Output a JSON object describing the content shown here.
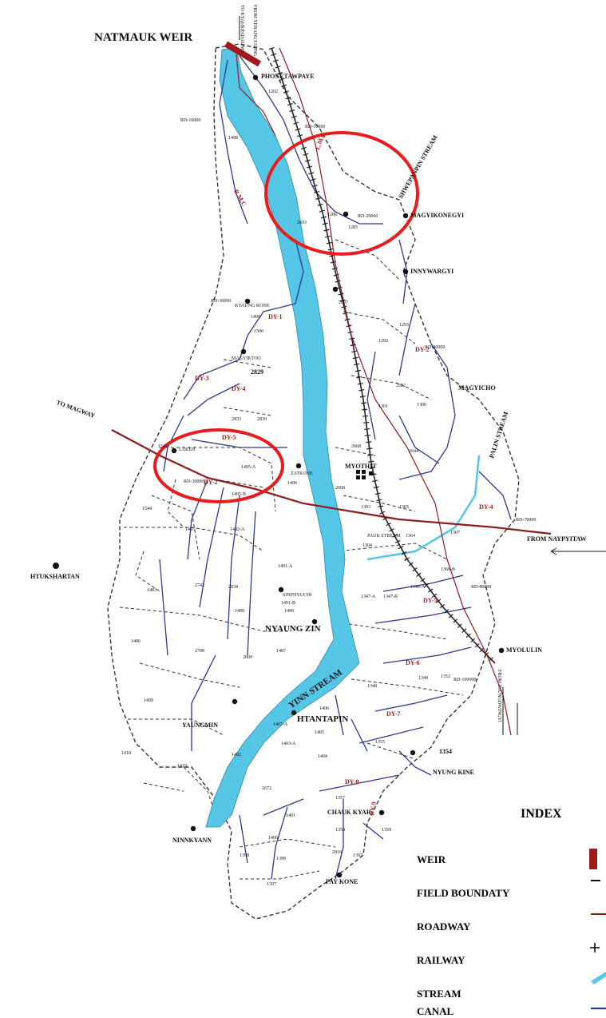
{
  "map": {
    "title": "NATMAUK WEIR",
    "places": {
      "phonetawpaye": "PHONETAWPAYE",
      "magyikonegyi": "MAGYIKONEGYI",
      "innywargyi": "INNYWARGYI",
      "kyaung_kone": "KYAUNG KONE",
      "magyiktoo": "MAGYIKTOO",
      "magyicho": "MAGYICHO",
      "myothit": "MYOTHIT",
      "zatkone": "ZATKONE",
      "lakeh": "LAKEH",
      "htukshartan": "HTUKSHARTAN",
      "sinphyuchi": "SINPHYUCHI",
      "nyaung_zin": "NYAUNG ZIN",
      "myolulin": "MYOLULIN",
      "yaungmin": "YAUNGMIN",
      "htantapin": "HTANTAPIN",
      "nyung_kine": "NYUNG KINE",
      "ninnkyann": "NINNKYANN",
      "chauk_kyar": "CHAUK KYAR",
      "pay_kone": "PAY KONE"
    },
    "streams": {
      "yinn": "YINN STREAM",
      "shwepanpin": "SHWEPANPIN STREAM",
      "palin": "PALIN STREAM",
      "pauk": "PAUK STREAM"
    },
    "directions": {
      "to_magway": "TO MAGWAY",
      "from_naypyitaw": "FROM NAYPYITAW",
      "to_kyaukpadaung": "TO KYAUKPADAUNG",
      "from_yenangyaung": "FROM YENANGYAUNG",
      "from_taungdwingyi": "FROM TAUNGDWINGYI"
    },
    "canal_labels": {
      "lmc": "L.M.C",
      "rmc": "R.M.C",
      "dy1": "DY-1",
      "dy2": "DY-2",
      "dy3": "DY-3",
      "dy4": "DY-4",
      "dy5": "DY-5",
      "dy6": "DY-6",
      "dy7": "DY-7",
      "dy8": "DY-8",
      "dy9": "DY-9"
    },
    "rd_labels": {
      "rd10000a": "RD-10000",
      "rd10000b": "RD-10000",
      "rd20000": "RD-20000",
      "rd30000": "RD-30000",
      "rd40000": "RD-40000",
      "rd70000": "RD-70000",
      "rd80000": "RD-80000",
      "rd100000": "RD-100000",
      "rd30000b": "RD-30000"
    },
    "field_numbers": {
      "n1202": "1202",
      "n1498": "1498",
      "n1286": "1286",
      "n1285": "1285",
      "n2693": "2693",
      "n2697": "2697",
      "n1499": "1499",
      "n1500": "1500",
      "n2829": "2829",
      "n1292": "1292",
      "n1293": "1293",
      "n2922": "2922",
      "n1300": "1300",
      "n1301": "1301",
      "n2833": "2833",
      "n2830": "2830",
      "n1495a": "1495-A",
      "n1495b": "1495-B",
      "n1496": "1496",
      "n2668": "2668",
      "n2644": "2644",
      "n1303": "1303",
      "n1305": "1305",
      "n1304": "1304",
      "n1493": "1493",
      "n1492a": "1492-A",
      "n1491a": "1491-A",
      "n1491b": "1491-B",
      "n2742": "2742",
      "n2834": "2834",
      "n1483": "1483",
      "n1489": "1489",
      "n1490": "1490",
      "n1486": "1486",
      "n2708": "2708",
      "n2809": "2809",
      "n1487": "1487",
      "n1347a": "1347-A",
      "n1347b": "1347-B",
      "n1346a": "1346-A",
      "n1349": "1349",
      "n1352": "1352",
      "n1348": "1348",
      "n1409": "1409",
      "n1406": "1406",
      "n1407a": "1407-A",
      "n1405": "1405",
      "n1403a": "1403-A",
      "n1404": "1404",
      "n1355": "1355",
      "n1354": "1354",
      "n1418": "1418",
      "n1419": "1419",
      "n1402": "1402",
      "n2672": "2672",
      "n1357": "1357",
      "n1401": "1401",
      "n1358": "1358",
      "n1359": "1359",
      "n1400": "1400",
      "n1398": "1398",
      "n1399": "1399",
      "n2819": "2819",
      "n1397": "1397",
      "n1397b": "1397",
      "n1544": "1544",
      "n1541": "1541",
      "n1364": "1364",
      "n1307": "1307",
      "n1366b": "1366-B",
      "n2668b": "2668"
    }
  },
  "legend": {
    "title": "INDEX",
    "items": [
      {
        "label": "WEIR"
      },
      {
        "label": "FIELD BOUNDATY"
      },
      {
        "label": "ROADWAY"
      },
      {
        "label": "RAILWAY"
      },
      {
        "label": "STREAM"
      },
      {
        "label": "CANAL"
      }
    ]
  },
  "colors": {
    "stream": "#56c6e6",
    "road": "#8c1d1d",
    "canal": "#2b3a8c",
    "highlight": "#e81c1c",
    "boundary": "#333333",
    "rail": "#222222"
  }
}
